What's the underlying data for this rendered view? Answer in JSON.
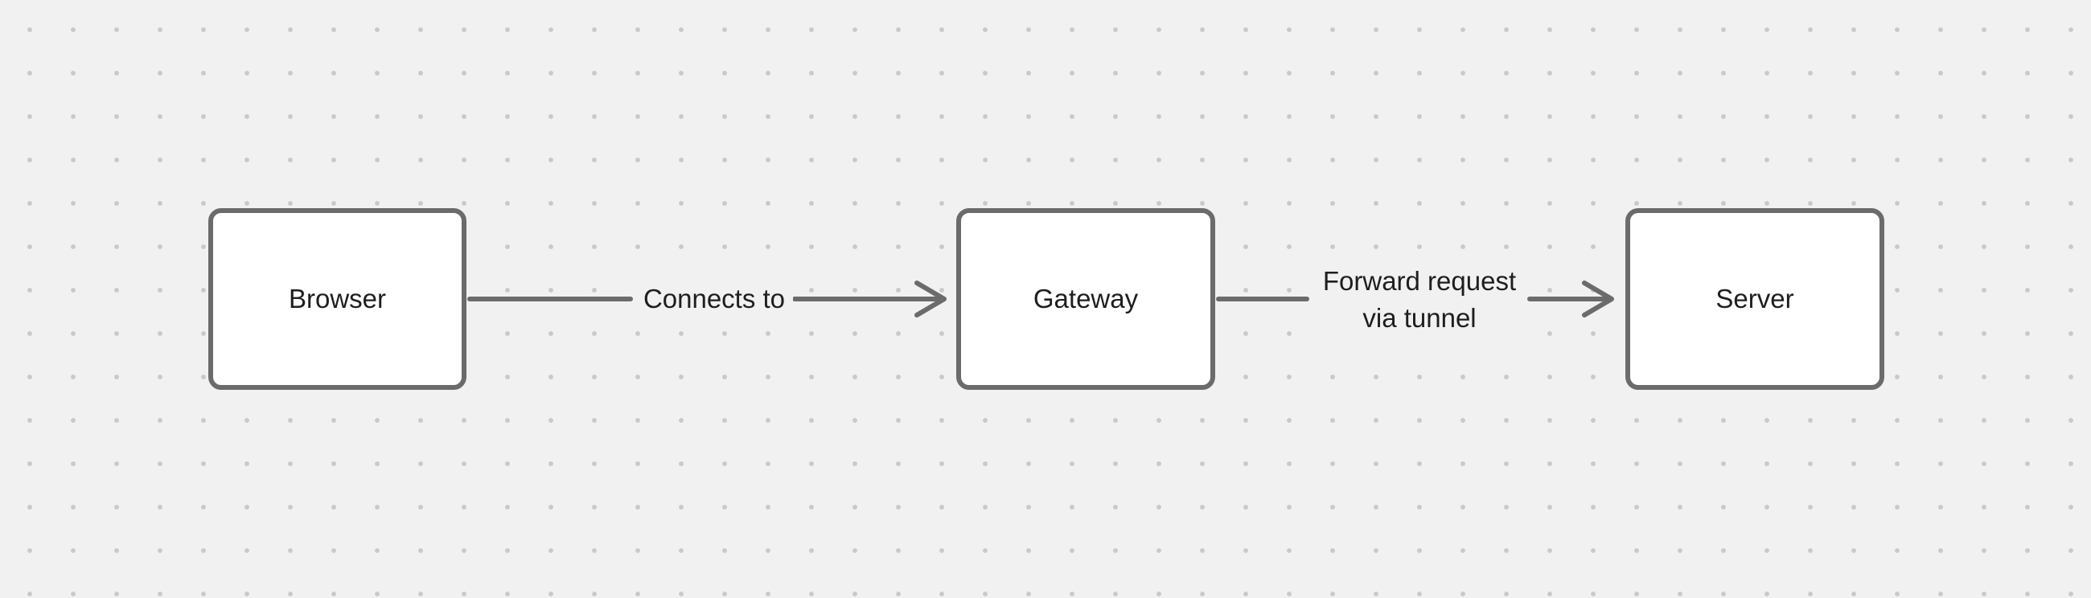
{
  "colors": {
    "canvas_bg": "#f1f1f1",
    "dot_color": "#c9c9c9",
    "node_fill": "#ffffff",
    "node_border": "#6b6b6b",
    "edge_stroke": "#6b6b6b",
    "text_color": "#1e1e1e"
  },
  "diagram": {
    "nodes": [
      {
        "id": "browser",
        "label": "Browser"
      },
      {
        "id": "gateway",
        "label": "Gateway"
      },
      {
        "id": "server",
        "label": "Server"
      }
    ],
    "edges": [
      {
        "from": "browser",
        "to": "gateway",
        "label": "Connects to"
      },
      {
        "from": "gateway",
        "to": "server",
        "label": "Forward request\nvia tunnel"
      }
    ]
  }
}
